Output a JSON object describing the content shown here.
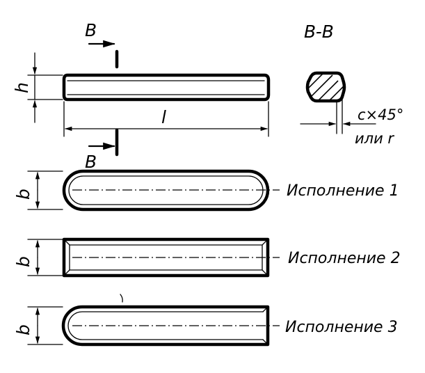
{
  "section_marks": {
    "top": "B",
    "bottom": "B"
  },
  "section_title": "B-B",
  "dimensions": {
    "height": "h",
    "length": "l",
    "width_1": "b",
    "width_2": "b",
    "width_3": "b"
  },
  "chamfer": {
    "line1": "c×45°",
    "line2": "или r"
  },
  "variants": [
    {
      "label": "Исполнение 1"
    },
    {
      "label": "Исполнение 2"
    },
    {
      "label": "Исполнение 3"
    }
  ]
}
